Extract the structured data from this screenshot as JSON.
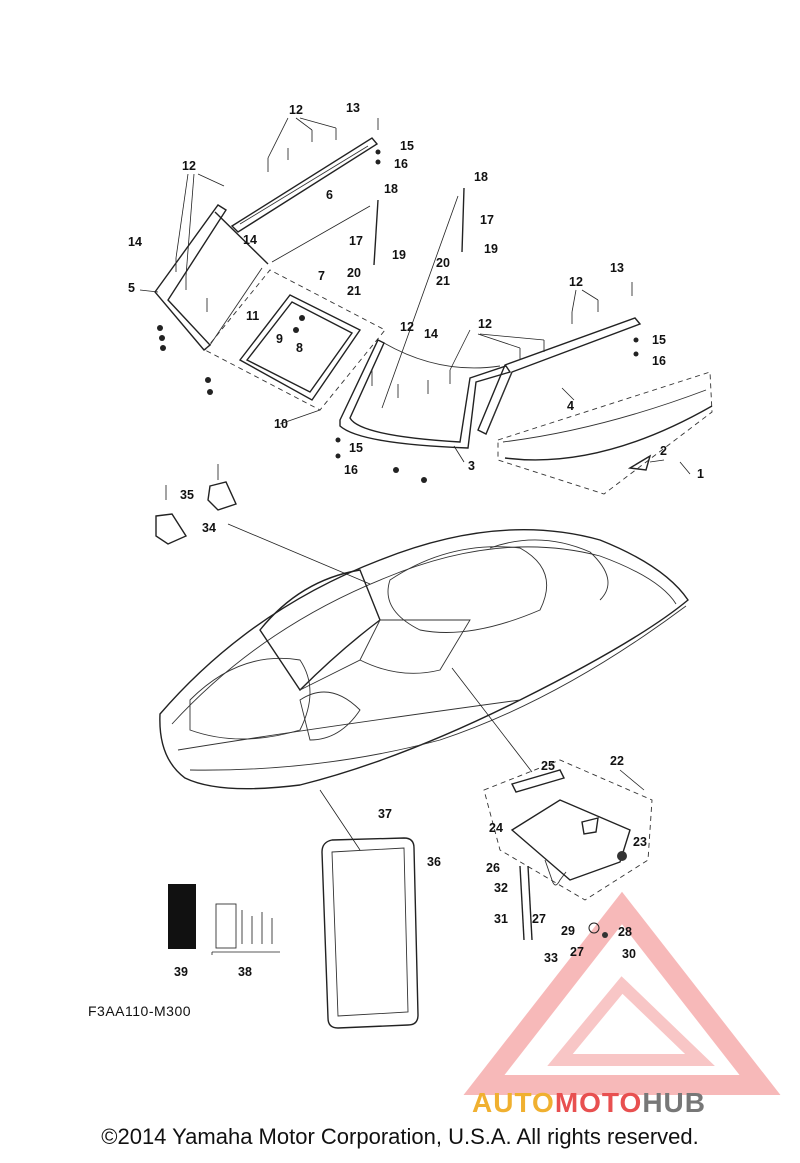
{
  "diagram_code": "F3AA110-M300",
  "copyright": "©2014 Yamaha Motor Corporation, U.S.A. All rights reserved.",
  "watermark": {
    "part1": "AUTO",
    "part2": "MOTO",
    "part3": "HUB",
    "colors": {
      "auto": "#f0b030",
      "moto": "#e85050",
      "hub": "#777777",
      "triangle": "#f06060"
    }
  },
  "callouts": {
    "c1": "1",
    "c2": "2",
    "c3": "3",
    "c4": "4",
    "c5": "5",
    "c6": "6",
    "c7": "7",
    "c8": "8",
    "c9": "9",
    "c10": "10",
    "c11": "11",
    "c12a": "12",
    "c12b": "12",
    "c12c": "12",
    "c12d": "12",
    "c12e": "12",
    "c13a": "13",
    "c13b": "13",
    "c14a": "14",
    "c14b": "14",
    "c14c": "14",
    "c15a": "15",
    "c15b": "15",
    "c15c": "15",
    "c16a": "16",
    "c16b": "16",
    "c16c": "16",
    "c17a": "17",
    "c17b": "17",
    "c18a": "18",
    "c18b": "18",
    "c19a": "19",
    "c19b": "19",
    "c20a": "20",
    "c20b": "20",
    "c21a": "21",
    "c21b": "21",
    "c22": "22",
    "c23": "23",
    "c24": "24",
    "c25": "25",
    "c26": "26",
    "c27a": "27",
    "c27b": "27",
    "c28": "28",
    "c29": "29",
    "c30": "30",
    "c31": "31",
    "c32": "32",
    "c33": "33",
    "c34": "34",
    "c35": "35",
    "c36": "36",
    "c37": "37",
    "c38": "38",
    "c39": "39"
  }
}
